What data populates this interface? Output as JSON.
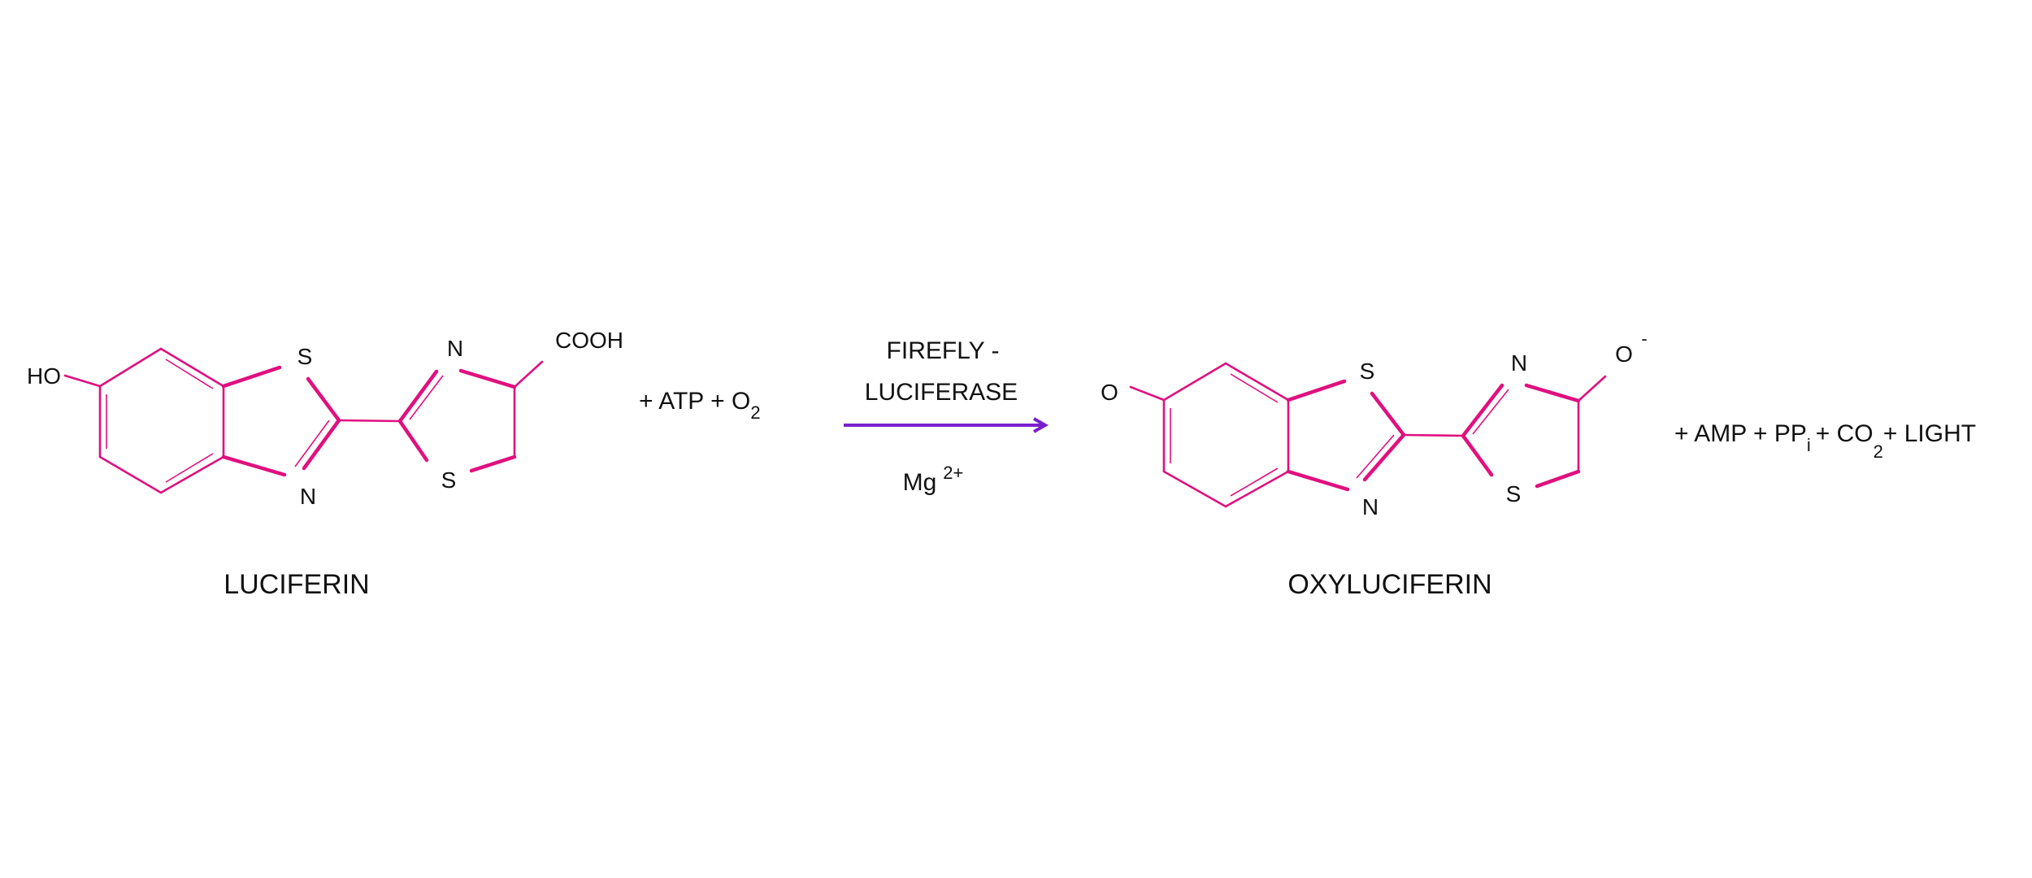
{
  "colors": {
    "bond": "#E0107F",
    "arrow": "#7A1FCC",
    "text": "#111111"
  },
  "reactant": {
    "name": "LUCIFERIN",
    "atoms": {
      "hydroxyl": "HO",
      "s1": "S",
      "n1": "N",
      "n2": "N",
      "s2": "S",
      "carboxyl": "COOH"
    }
  },
  "co_reactants": {
    "prefix": "+ ATP + O",
    "subscript": "2"
  },
  "arrow": {
    "enzyme_line1": "FIREFLY -",
    "enzyme_line2": "LUCIFERASE",
    "cofactor": "Mg",
    "cofactor_charge": "2+"
  },
  "product": {
    "name": "OXYLUCIFERIN",
    "atoms": {
      "oxygen": "O",
      "s1": "S",
      "n1": "N",
      "n2": "N",
      "s2": "S",
      "oxide": "O",
      "oxide_charge": "-"
    }
  },
  "by_products": {
    "part1": "+ AMP + PP",
    "pp_sub": "i",
    "part2": "+ CO",
    "co2_sub": "2",
    "part3": "+ LIGHT"
  }
}
